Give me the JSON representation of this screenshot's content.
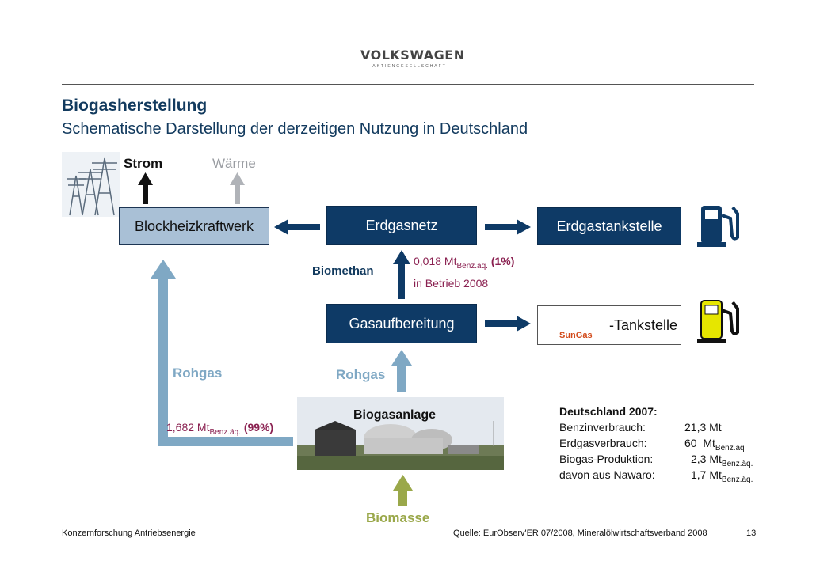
{
  "header": {
    "brand": "VOLKSWAGEN",
    "brand_sub": "AKTIENGESELLSCHAFT"
  },
  "slide": {
    "title": "Biogasherstellung",
    "subtitle": "Schematische Darstellung der derzeitigen Nutzung in Deutschland"
  },
  "diagram": {
    "strom": "Strom",
    "waerme": "Wärme",
    "bhkw": "Blockheizkraftwerk",
    "erdgasnetz": "Erdgasnetz",
    "erdgastankstelle": "Erdgastankstelle",
    "biomethan": "Biomethan",
    "biomethan_value": "0,018 Mt",
    "biomethan_unit": "Benz.äq.",
    "biomethan_pct": "(1%)",
    "biomethan_note": "in Betrieb 2008",
    "gasaufbereitung": "Gasaufbereitung",
    "sungas_logo": "SunGas",
    "sungas_tankstelle": "-Tankstelle",
    "rohgas_left": "Rohgas",
    "rohgas_right": "Rohgas",
    "rohgas_value": "1,682 Mt",
    "rohgas_unit": "Benz.äq.",
    "rohgas_pct": "(99%)",
    "biogasanlage": "Biogasanlage",
    "biomasse": "Biomasse"
  },
  "stats": {
    "title": "Deutschland 2007:",
    "rows": [
      {
        "label": "Benzinverbrauch:",
        "value": "21,3 Mt",
        "unit": ""
      },
      {
        "label": "Erdgasverbrauch:",
        "value": "60  Mt",
        "unit": "Benz.äq"
      },
      {
        "label": "Biogas-Produktion:",
        "value": "2,3 Mt",
        "unit": "Benz.äq."
      },
      {
        "label": "davon aus Nawaro:",
        "value": "1,7 Mt",
        "unit": "Benz.äq."
      }
    ]
  },
  "footer": {
    "left": "Konzernforschung Antriebsenergie",
    "source": "Quelle: EurObserv'ER 07/2008, Mineralölwirtschaftsverband 2008",
    "page": "13"
  },
  "colors": {
    "title": "#123a5e",
    "dark_box": "#0e3a66",
    "light_box": "#a9c0d6",
    "rohgas": "#7fa8c4",
    "biomasse": "#9aa84a",
    "maroon": "#8a2050"
  },
  "icons": [
    "power-pylon-icon",
    "fuel-pump-icon",
    "sungas-logo",
    "biogas-plant-photo"
  ]
}
